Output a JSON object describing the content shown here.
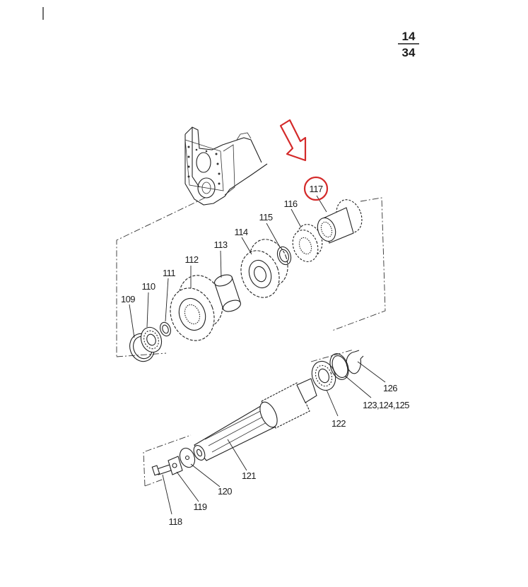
{
  "page_number": {
    "top": "14",
    "bottom": "34"
  },
  "highlight": {
    "part": "117",
    "color": "#d42a2a"
  },
  "parts": {
    "p109": "109",
    "p110": "110",
    "p111": "111",
    "p112": "112",
    "p113": "113",
    "p114": "114",
    "p115": "115",
    "p116": "116",
    "p117": "117",
    "p118": "118",
    "p119": "119",
    "p120": "120",
    "p121": "121",
    "p122": "122",
    "p123": "123,124,125",
    "p126": "126"
  }
}
